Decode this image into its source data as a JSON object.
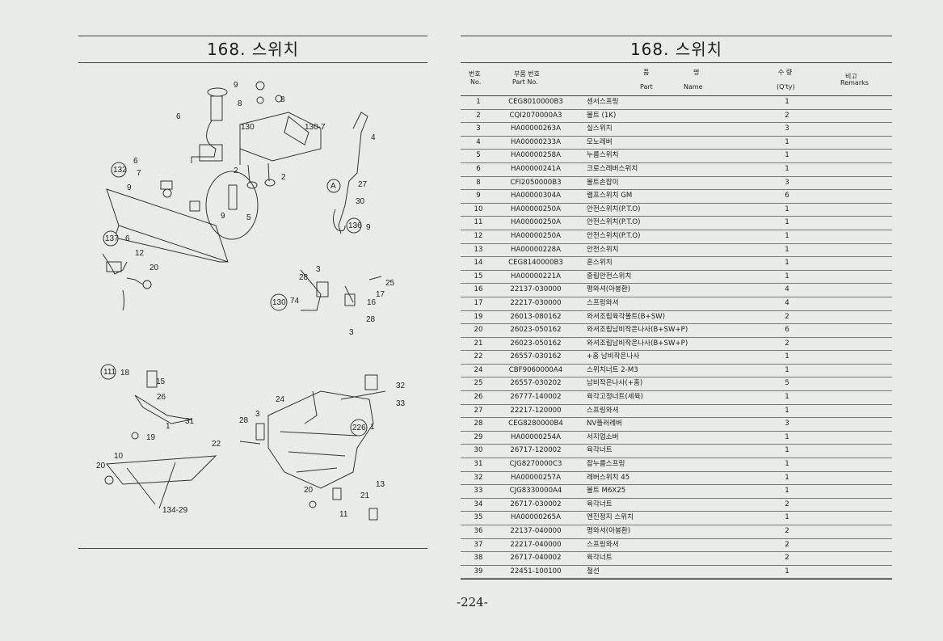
{
  "left_title": "168. 스위치",
  "right_title": "168. 스위치",
  "page_number": "-224-",
  "diagram": {
    "labels": {
      "l9a": "9",
      "l8a": "8",
      "l8b": "8",
      "l6a": "6",
      "l130a": "130",
      "l1307": "130-7",
      "l4": "4",
      "l2a": "2",
      "l2b": "2",
      "l6b": "6",
      "l132": "132",
      "l7": "7",
      "l9b": "9",
      "l27": "27",
      "lA": "A",
      "l30": "30",
      "l9c": "9",
      "l5": "5",
      "l136": "136",
      "l9d": "9",
      "l137": "137",
      "l6c": "6",
      "l12": "12",
      "l20a": "20",
      "l3a": "3",
      "l28a": "28",
      "l25": "25",
      "l17": "17",
      "l130b": "130",
      "l74": "74",
      "l16": "16",
      "l28b": "28",
      "l3b": "3",
      "l111": "111",
      "l18": "18",
      "l15": "15",
      "l26": "26",
      "l31": "31",
      "l1": "1",
      "l19": "19",
      "l32": "32",
      "l33": "33",
      "l24": "24",
      "l28c": "28",
      "l3c": "3",
      "l226": "226",
      "l1b": "1",
      "l22": "22",
      "l10": "10",
      "l20b": "20",
      "l20c": "20",
      "l21": "21",
      "l13": "13",
      "l11": "11",
      "l13429": "134-29"
    }
  },
  "table": {
    "headers": {
      "no_ko": "번호",
      "no_en": "No.",
      "part_ko": "부품 번호",
      "part_en": "Part No.",
      "name_ko_1": "품",
      "name_ko_2": "명",
      "name_en_1": "Part",
      "name_en_2": "Name",
      "qty_ko": "수 량",
      "qty_en": "(Q'ty)",
      "remarks_ko": "비고",
      "remarks_en": "Remarks"
    },
    "rows": [
      {
        "no": "1",
        "part": "CEG8010000B3",
        "name": "센서스프링",
        "qty": "1"
      },
      {
        "no": "2",
        "part": "CQI2070000A3",
        "name": "볼트 (1K)",
        "qty": "2"
      },
      {
        "no": "3",
        "part": "HA00000263A",
        "name": "실스위치",
        "qty": "3"
      },
      {
        "no": "4",
        "part": "HA00000233A",
        "name": "모노레버",
        "qty": "1"
      },
      {
        "no": "5",
        "part": "HA00000258A",
        "name": "누름스위치",
        "qty": "1"
      },
      {
        "no": "6",
        "part": "HA00000241A",
        "name": "크로스레버스위치",
        "qty": "1"
      },
      {
        "no": "8",
        "part": "CFI2050000B3",
        "name": "볼트손잡이",
        "qty": "3"
      },
      {
        "no": "9",
        "part": "HA00000304A",
        "name": "램프스위치 GM",
        "qty": "6"
      },
      {
        "no": "10",
        "part": "HA00000250A",
        "name": "안전스위치(P.T.O)",
        "qty": "1"
      },
      {
        "no": "11",
        "part": "HA00000250A",
        "name": "안전스위치(P.T.O)",
        "qty": "1"
      },
      {
        "no": "12",
        "part": "HA00000250A",
        "name": "안전스위치(P.T.O)",
        "qty": "1"
      },
      {
        "no": "13",
        "part": "HA00000228A",
        "name": "안전스위치",
        "qty": "1"
      },
      {
        "no": "14",
        "part": "CEG8140000B3",
        "name": "혼스위치",
        "qty": "1"
      },
      {
        "no": "15",
        "part": "HA00000221A",
        "name": "중립안전스위치",
        "qty": "1"
      },
      {
        "no": "16",
        "part": "22137-030000",
        "name": "평와셔(아봉환)",
        "qty": "4"
      },
      {
        "no": "17",
        "part": "22217-030000",
        "name": "스프링와셔",
        "qty": "4"
      },
      {
        "no": "19",
        "part": "26013-080162",
        "name": "와셔조립육각볼트(B+SW)",
        "qty": "2"
      },
      {
        "no": "20",
        "part": "26023-050162",
        "name": "와셔조립남비작은나사(B+SW+P)",
        "qty": "6"
      },
      {
        "no": "21",
        "part": "26023-050162",
        "name": "와셔조립남비작은나사(B+SW+P)",
        "qty": "2"
      },
      {
        "no": "22",
        "part": "26557-030162",
        "name": "+홈 남비작은나사",
        "qty": "1"
      },
      {
        "no": "24",
        "part": "CBF9060000A4",
        "name": "스위치너트 2-M3",
        "qty": "1"
      },
      {
        "no": "25",
        "part": "26557-030202",
        "name": "남비작은나사(+홈)",
        "qty": "5"
      },
      {
        "no": "26",
        "part": "26777-140002",
        "name": "육각고정너트(세육)",
        "qty": "1"
      },
      {
        "no": "27",
        "part": "22217-120000",
        "name": "스프링와셔",
        "qty": "1"
      },
      {
        "no": "28",
        "part": "CEG8280000B4",
        "name": "NV플러레버",
        "qty": "3"
      },
      {
        "no": "29",
        "part": "HA00000254A",
        "name": "서지업소버",
        "qty": "1"
      },
      {
        "no": "30",
        "part": "26717-120002",
        "name": "육각너트",
        "qty": "1"
      },
      {
        "no": "31",
        "part": "CJG8270000C3",
        "name": "잡누름스프링",
        "qty": "1"
      },
      {
        "no": "32",
        "part": "HA00000257A",
        "name": "레버스위치 45",
        "qty": "1"
      },
      {
        "no": "33",
        "part": "CJG8330000A4",
        "name": "볼트 M6X25",
        "qty": "1"
      },
      {
        "no": "34",
        "part": "26717-030002",
        "name": "육각너트",
        "qty": "2"
      },
      {
        "no": "35",
        "part": "HA00000265A",
        "name": "엔진정지 스위치",
        "qty": "1"
      },
      {
        "no": "36",
        "part": "22137-040000",
        "name": "평와셔(아봉환)",
        "qty": "2"
      },
      {
        "no": "37",
        "part": "22217-040000",
        "name": "스프링와셔",
        "qty": "2"
      },
      {
        "no": "38",
        "part": "26717-040002",
        "name": "육각너트",
        "qty": "2"
      },
      {
        "no": "39",
        "part": "22451-100100",
        "name": "철선",
        "qty": "1"
      }
    ]
  }
}
